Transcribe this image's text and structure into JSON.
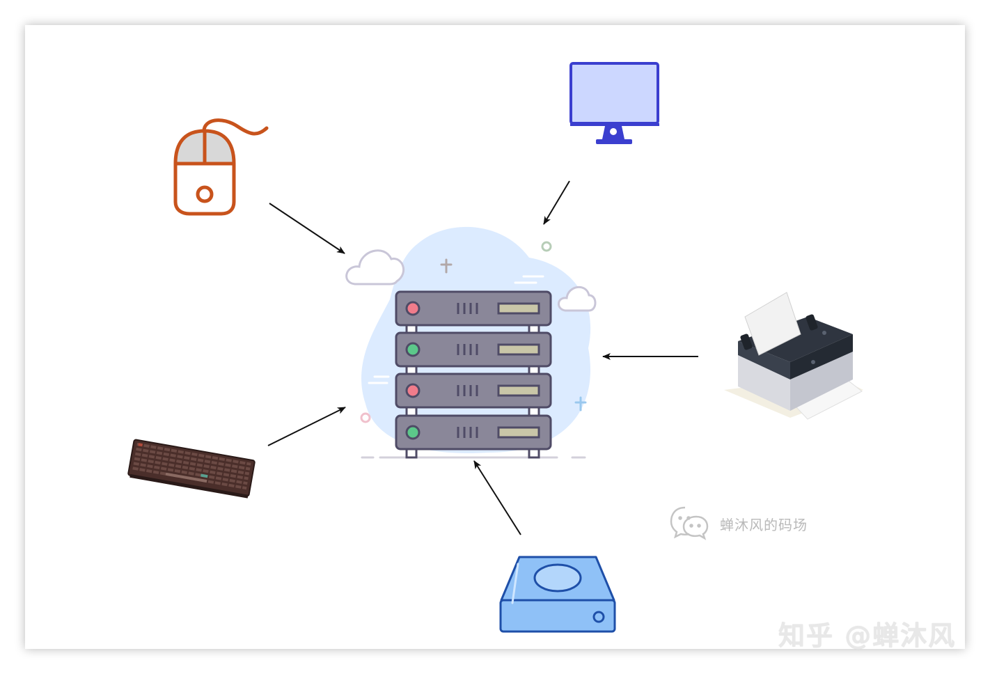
{
  "diagram": {
    "center_node": "server-rack",
    "peripherals": [
      "mouse",
      "monitor",
      "printer",
      "keyboard",
      "hard-drive"
    ]
  },
  "watermark": {
    "wechat_icon": "wechat-icon",
    "account_name": "蝉沐风的码场"
  },
  "site_watermark": {
    "text": "知乎 @蝉沐风"
  },
  "colors": {
    "mouse": "#c8531c",
    "monitor_frame": "#3b3fcf",
    "monitor_screen": "#ccd7ff",
    "server_body": "#8a8799",
    "server_outline": "#4f4b66",
    "blob": "#dcebff",
    "drive": "#8fc1f7",
    "drive_outline": "#1e4fa8",
    "keyboard": "#4a2e2a",
    "printer": "#2f3540",
    "arrow": "#111111"
  }
}
